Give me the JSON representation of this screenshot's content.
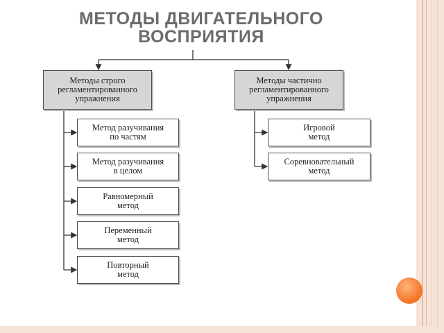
{
  "title": [
    "МЕТОДЫ ДВИГАТЕЛЬНОГО",
    "ВОСПРИЯТИЯ"
  ],
  "left_group": {
    "header": [
      "Методы строго",
      "регламентированного",
      "упражнения"
    ],
    "items": [
      [
        "Метод разучивания",
        "по частям"
      ],
      [
        "Метод разучивания",
        "в целом"
      ],
      [
        "Равномерный",
        "метод"
      ],
      [
        "Переменный",
        "метод"
      ],
      [
        "Повторный",
        "метод"
      ]
    ]
  },
  "right_group": {
    "header": [
      "Методы частично",
      "регламентированного",
      "упражнения"
    ],
    "items": [
      [
        "Игровой",
        "метод"
      ],
      [
        "Соревновательный",
        "метод"
      ]
    ]
  }
}
